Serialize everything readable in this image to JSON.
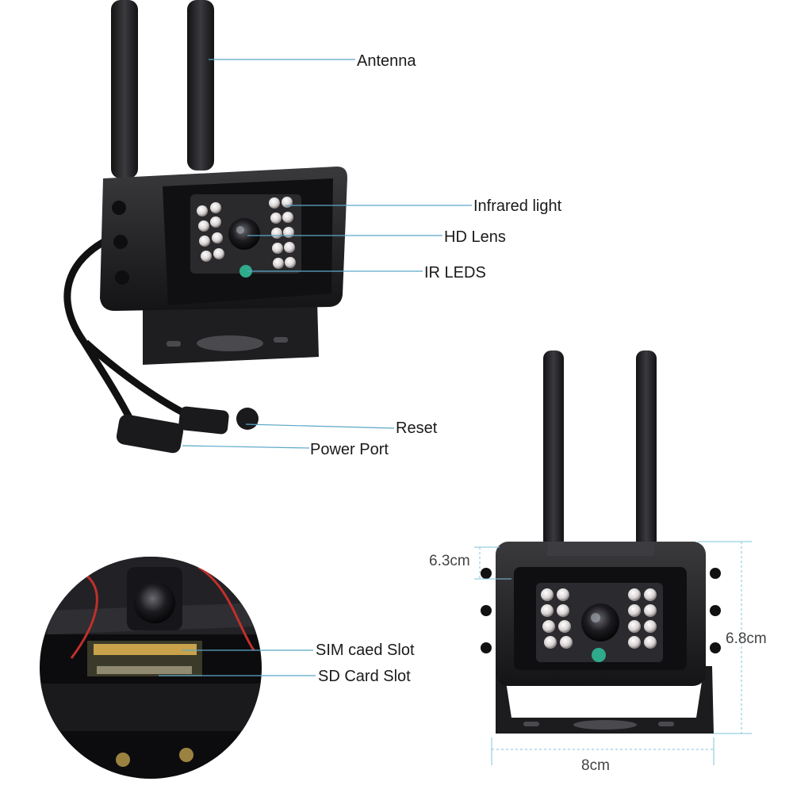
{
  "colors": {
    "leader_line": "#5ba8c8",
    "dim_line": "#7fc3dc",
    "camera_body": "#1c1c1e",
    "led": "#e9e4e4",
    "sensor_green": "#2faa8a"
  },
  "callouts": {
    "antenna": "Antenna",
    "infrared_light": "Infrared light",
    "hd_lens": "HD Lens",
    "ir_leds": "IR LEDS",
    "reset": "Reset",
    "power_port": "Power Port",
    "sim_slot": "SIM caed Slot",
    "sd_slot": "SD Card Slot"
  },
  "dimensions": {
    "depth": "6.3cm",
    "height": "6.8cm",
    "width": "8cm"
  }
}
